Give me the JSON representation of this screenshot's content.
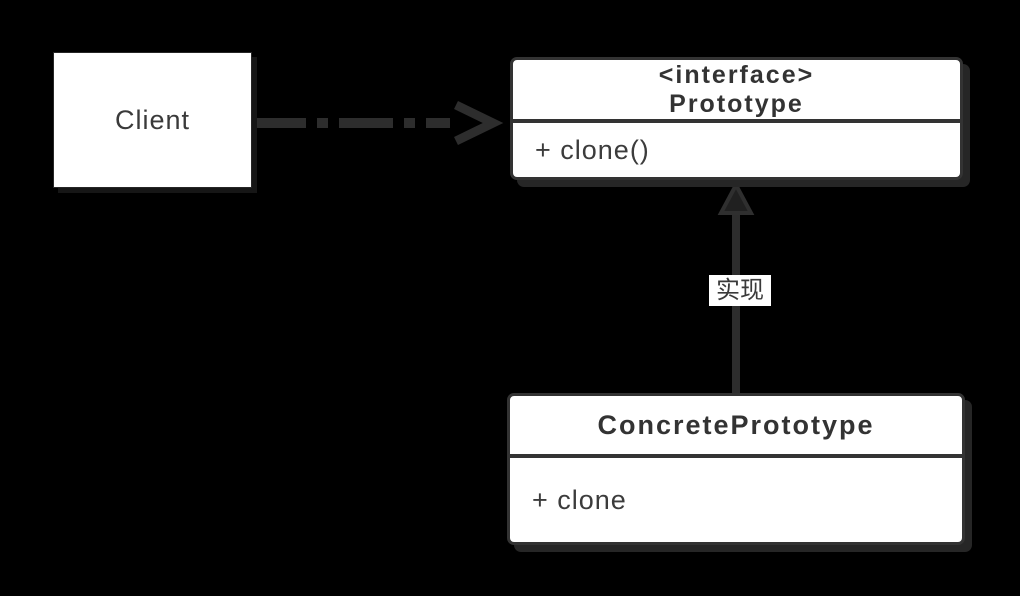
{
  "colors": {
    "background": "#000000",
    "box_fill": "#ffffff",
    "box_border": "#333333",
    "connector": "#2d2d2d",
    "text": "#3a3a3a"
  },
  "nodes": {
    "client": {
      "label": "Client"
    },
    "prototype": {
      "stereotype": "<interface>",
      "name": "Prototype",
      "method": "+ clone()"
    },
    "concrete_prototype": {
      "name": "ConcretePrototype",
      "method": "+ clone"
    }
  },
  "edges": {
    "dependency": {
      "from": "Client",
      "to": "Prototype",
      "style": "dashed-line-open-arrow"
    },
    "realization": {
      "from": "ConcretePrototype",
      "to": "Prototype",
      "label": "实现",
      "style": "solid-line-hollow-triangle"
    }
  }
}
